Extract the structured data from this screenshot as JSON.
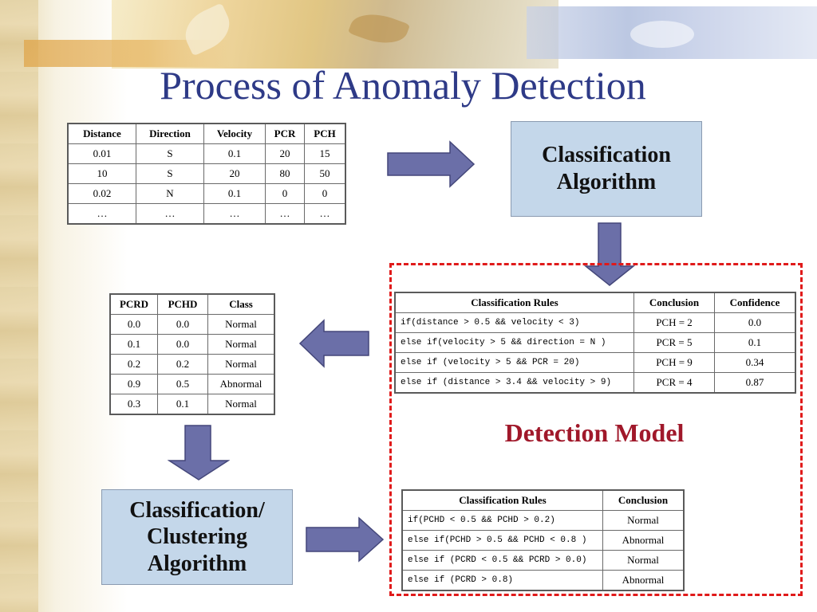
{
  "title": "Process of Anomaly Detection",
  "input_table": {
    "headers": [
      "Distance",
      "Direction",
      "Velocity",
      "PCR",
      "PCH"
    ],
    "rows": [
      [
        "0.01",
        "S",
        "0.1",
        "20",
        "15"
      ],
      [
        "10",
        "S",
        "20",
        "80",
        "50"
      ],
      [
        "0.02",
        "N",
        "0.1",
        "0",
        "0"
      ],
      [
        "…",
        "…",
        "…",
        "…",
        "…"
      ]
    ]
  },
  "classification_box": {
    "line1": "Classification",
    "line2": "Algorithm"
  },
  "rules_table": {
    "headers": [
      "Classification Rules",
      "Conclusion",
      "Confidence"
    ],
    "rows": [
      [
        "if(distance > 0.5 && velocity < 3)",
        "PCH = 2",
        "0.0"
      ],
      [
        "else if(velocity > 5 && direction = N )",
        "PCR = 5",
        "0.1"
      ],
      [
        "else if (velocity > 5 && PCR = 20)",
        "PCH = 9",
        "0.34"
      ],
      [
        "else if (distance > 3.4 && velocity > 9)",
        "PCR = 4",
        "0.87"
      ]
    ]
  },
  "pcrd_table": {
    "headers": [
      "PCRD",
      "PCHD",
      "Class"
    ],
    "rows": [
      [
        "0.0",
        "0.0",
        "Normal"
      ],
      [
        "0.1",
        "0.0",
        "Normal"
      ],
      [
        "0.2",
        "0.2",
        "Normal"
      ],
      [
        "0.9",
        "0.5",
        "Abnormal"
      ],
      [
        "0.3",
        "0.1",
        "Normal"
      ]
    ]
  },
  "detection_model_label": "Detection Model",
  "clustering_box": {
    "line1": "Classification/",
    "line2": "Clustering",
    "line3": "Algorithm"
  },
  "final_table": {
    "headers": [
      "Classification Rules",
      "Conclusion"
    ],
    "rows": [
      [
        "if(PCHD < 0.5 && PCHD > 0.2)",
        "Normal"
      ],
      [
        "else if(PCHD > 0.5 && PCHD < 0.8 )",
        "Abnormal"
      ],
      [
        "else if (PCRD < 0.5 && PCRD > 0.0)",
        "Normal"
      ],
      [
        "else if (PCRD > 0.8)",
        "Abnormal"
      ]
    ]
  },
  "colors": {
    "title": "#2e3a87",
    "arrow_fill": "#6b6fa8",
    "box_fill": "#c4d7ea",
    "dashed_border": "#e01a1a",
    "detection_label": "#a0182a"
  }
}
